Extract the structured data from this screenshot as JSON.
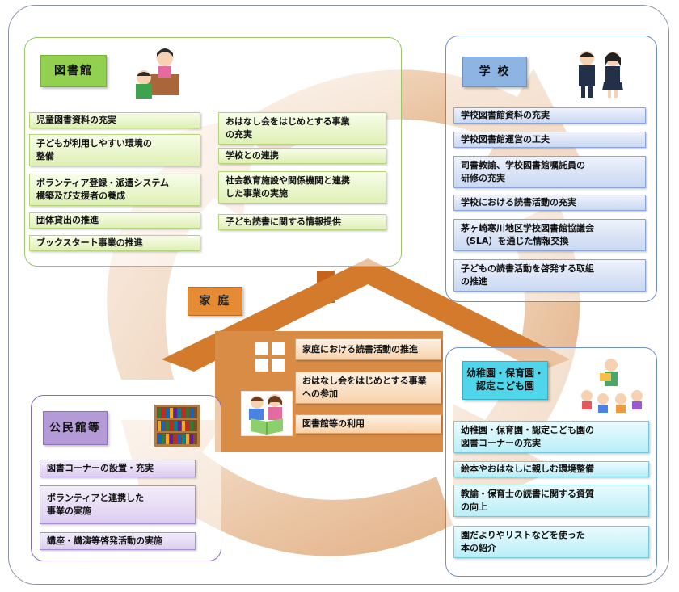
{
  "colors": {
    "arrow": "#d98c4e",
    "library": "#92d050",
    "school": "#8eb4e3",
    "kinder": "#4fd6ea",
    "community": "#b49ad6",
    "home": "#e48b33"
  },
  "library": {
    "title": "図書館",
    "illustration_icon": "librarian-child-illustration-icon",
    "items_left": [
      "児童図書資料の充実",
      "子どもが利用しやすい環境の\n整備",
      "ボランティア登録・派遣システム\n構築及び支援者の養成",
      "団体貸出の推進",
      "ブックスタート事業の推進"
    ],
    "items_right": [
      "おはなし会をはじめとする事業\nの充実",
      "学校との連携",
      "社会教育施設や関係機関と連携\nした事業の実施",
      "子ども読書に関する情報提供"
    ]
  },
  "school": {
    "title": "学 校",
    "illustration_icon": "students-illustration-icon",
    "items": [
      "学校図書館資料の充実",
      "学校図書館運営の工夫",
      "司書教諭、学校図書館嘱託員の\n研修の充実",
      "学校における読書活動の充実",
      "茅ヶ崎寒川地区学校図書館協議会\n（SLA）を通じた情報交換",
      "子どもの読書活動を啓発する取組\nの推進"
    ]
  },
  "home": {
    "title": "家 庭",
    "illustration_icon": "parent-child-reading-icon",
    "items": [
      "家庭における読書活動の推進",
      "おはなし会をはじめとする事業\nへの参加",
      "図書館等の利用"
    ]
  },
  "kinder": {
    "title": "幼稚園・保育園・\n認定こども園",
    "illustration_icon": "storytime-illustration-icon",
    "items": [
      "幼稚園・保育園・認定こども園の\n図書コーナーの充実",
      "絵本やおはなしに親しむ環境整備",
      "教諭・保育士の読書に関する資質\nの向上",
      "園だよりやリストなどを使った\n本の紹介"
    ]
  },
  "community": {
    "title": "公民館等",
    "illustration_icon": "bookshelf-icon",
    "items": [
      "図書コーナーの設置・充実",
      "ボランティアと連携した\n事業の実施",
      "講座・講演等啓発活動の実施"
    ]
  }
}
